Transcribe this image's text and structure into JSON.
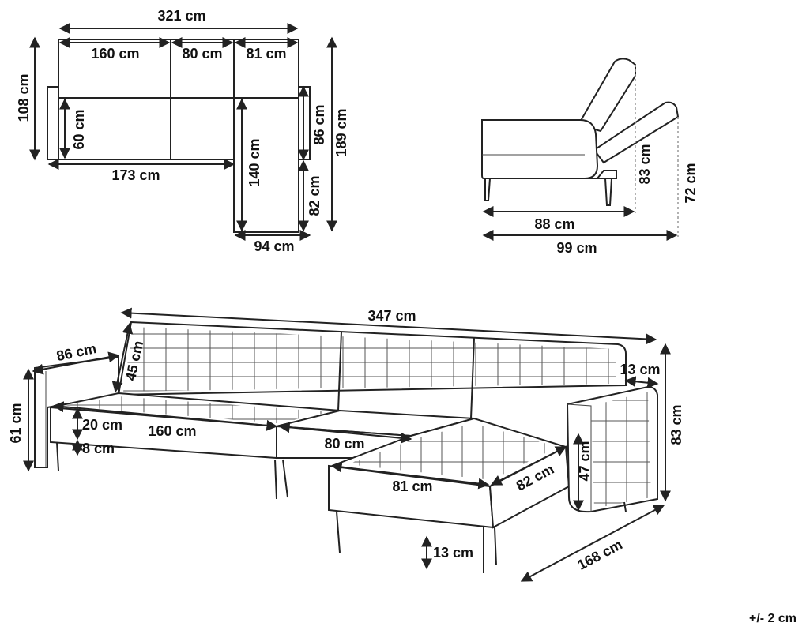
{
  "top_view": {
    "total_width": "321 cm",
    "seat_a": "160 cm",
    "seat_b": "80 cm",
    "seat_c": "81 cm",
    "depth_overall": "108 cm",
    "seat_depth": "60 cm",
    "bottom_width": "173 cm",
    "chaise_length": "140 cm",
    "arm_depth": "86 cm",
    "total_length": "189 cm",
    "arm_width_lower": "82 cm",
    "chaise_width": "94 cm"
  },
  "side_view": {
    "depth_upright": "88 cm",
    "depth_reclined": "99 cm",
    "height_upright": "83 cm",
    "height_reclined": "72 cm"
  },
  "perspective_view": {
    "total_width": "347 cm",
    "arm_depth": "86 cm",
    "back_height": "45 cm",
    "arm_width": "13 cm",
    "height_arm": "61 cm",
    "height_total": "83 cm",
    "seat_thickness": "20 cm",
    "leg_gap": "8 cm",
    "seat_a": "160 cm",
    "seat_b": "80 cm",
    "chaise_front": "81 cm",
    "chaise_side": "82 cm",
    "arm_height": "47 cm",
    "leg_height": "13 cm",
    "chaise_depth": "168 cm"
  },
  "tolerance": "+/- 2 cm"
}
